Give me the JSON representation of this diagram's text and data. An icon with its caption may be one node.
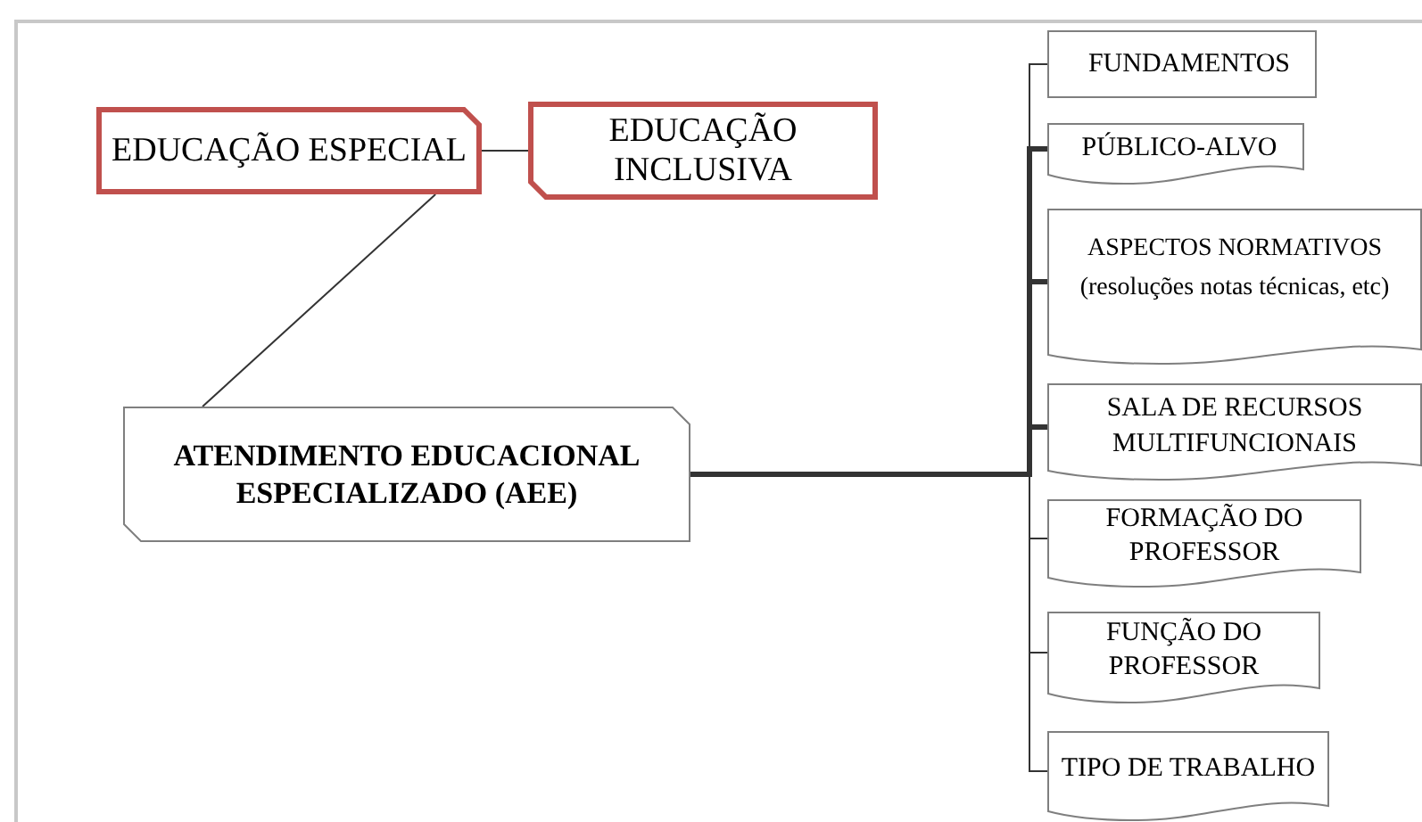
{
  "diagram": {
    "nodes": [
      {
        "text": [
          "EDUCAÇÃO ESPECIAL"
        ]
      },
      {
        "text": [
          "EDUCAÇÃO INCLUSIVA"
        ]
      },
      {
        "text": [
          "ATENDIMENTO EDUCACIONAL ESPECIALIZADO (AEE)"
        ]
      },
      {
        "text": [
          "FUNDAMENTOS"
        ]
      },
      {
        "text": [
          "PÚBLICO-ALVO"
        ]
      },
      {
        "text": [
          "ASPECTOS NORMATIVOS (resoluções notas técnicas, etc)"
        ]
      },
      {
        "text": [
          "SALA DE RECURSOS MULTIFUNCIONAIS"
        ]
      },
      {
        "text": [
          "FORMAÇÃO DO PROFESSOR"
        ]
      },
      {
        "text": [
          "FUNÇÃO DO PROFESSOR"
        ]
      },
      {
        "text": [
          "TIPO DE TRABALHO"
        ]
      }
    ],
    "edges": [
      {
        "from": 0,
        "to": 1,
        "arrow": "none"
      },
      {
        "from": 0,
        "to": 2,
        "arrow": "none"
      },
      {
        "from": 2,
        "to": 3,
        "arrow": "none"
      },
      {
        "from": 2,
        "to": 4,
        "arrow": "none",
        "style": "thick"
      },
      {
        "from": 2,
        "to": 5,
        "arrow": "none",
        "style": "thick"
      },
      {
        "from": 2,
        "to": 6,
        "arrow": "none",
        "style": "thick"
      },
      {
        "from": 2,
        "to": 7,
        "arrow": "none"
      },
      {
        "from": 2,
        "to": 8,
        "arrow": "none"
      },
      {
        "from": 2,
        "to": 9,
        "arrow": "none"
      }
    ]
  }
}
